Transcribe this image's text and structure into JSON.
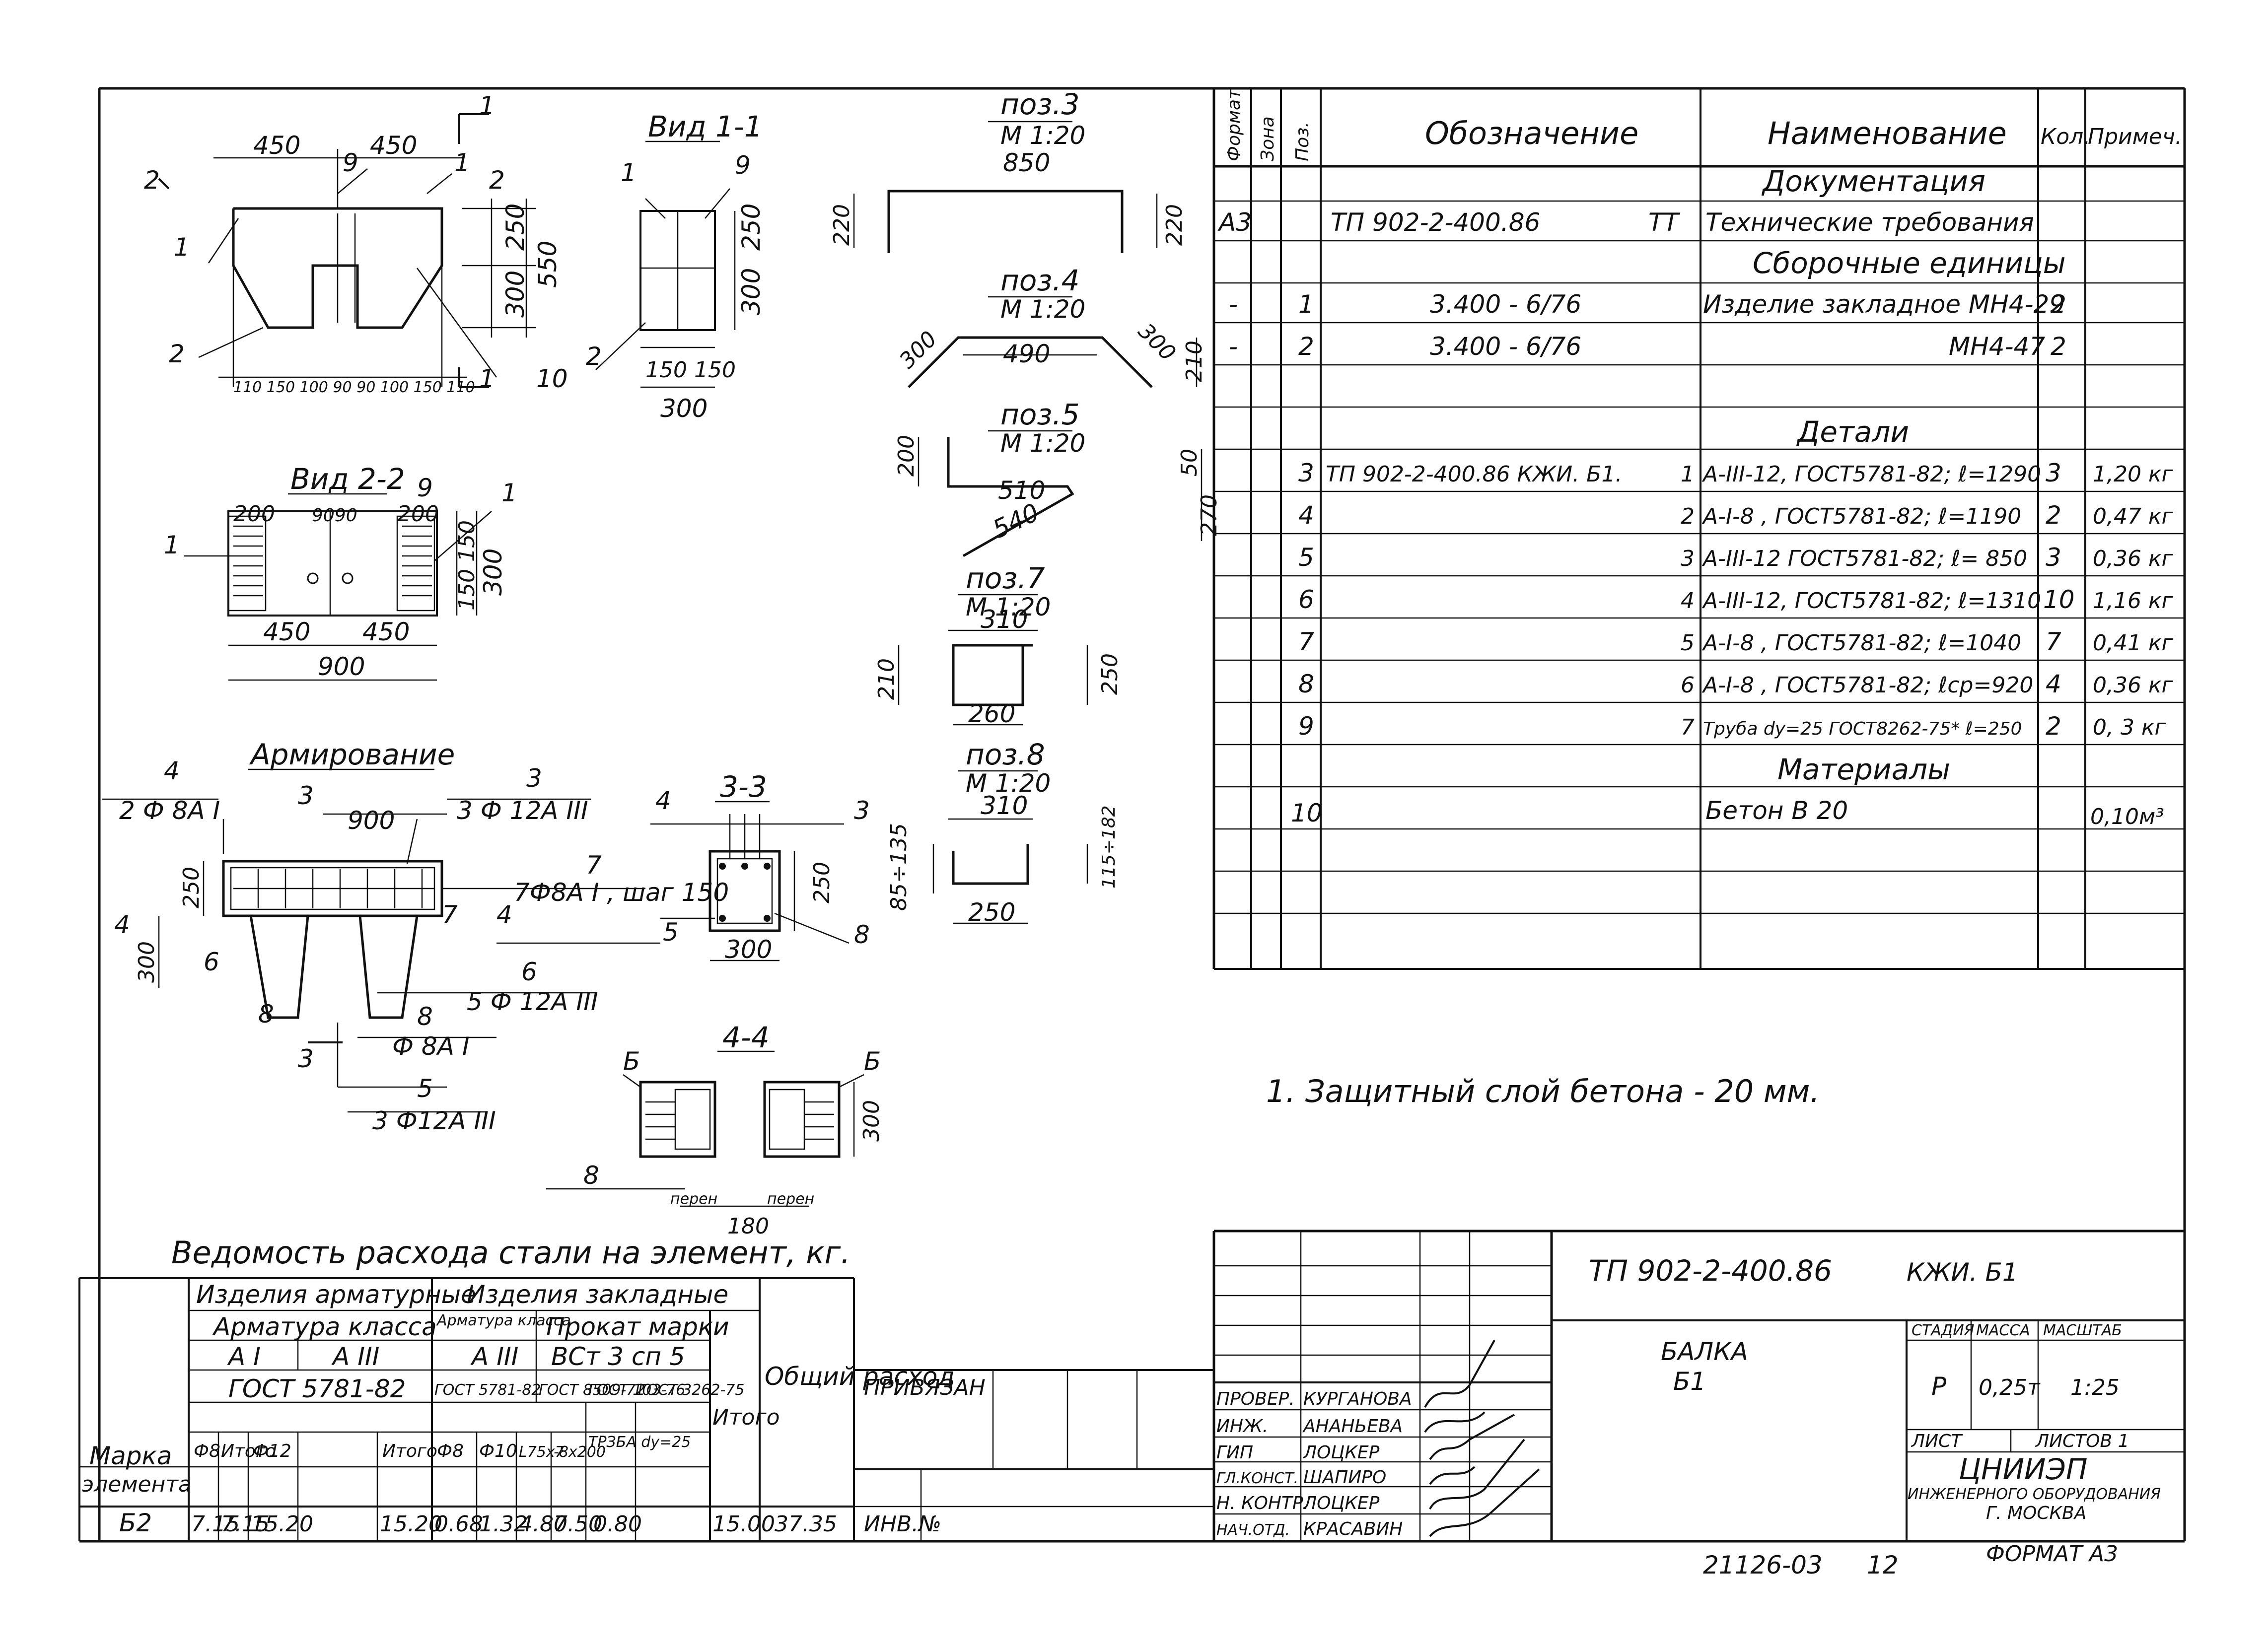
{
  "spec_table": {
    "headers": {
      "format": "Формат",
      "zone": "Зона",
      "pos": "Поз.",
      "designation": "Обозначение",
      "name": "Наименование",
      "qty": "Кол.",
      "note": "Примеч."
    },
    "section_documentation": "Документация",
    "section_assembly": "Сборочные единицы",
    "section_details": "Детали",
    "section_materials": "Материалы",
    "rows": [
      {
        "format": "А3",
        "pos": "",
        "designation": "ТП 902-2-400.86",
        "desig_suffix": "ТТ",
        "name": "Технические требования",
        "qty": "",
        "note": ""
      },
      {
        "format": "-",
        "pos": "1",
        "designation": "3.400 - 6/76",
        "desig_suffix": "",
        "name": "Изделие закладное МН4-29",
        "qty": "2",
        "note": ""
      },
      {
        "format": "-",
        "pos": "2",
        "designation": "3.400 - 6/76",
        "desig_suffix": "",
        "name": "МН4-47",
        "qty": "2",
        "note": ""
      },
      {
        "format": "",
        "pos": "3",
        "designation": "ТП 902-2-400.86  КЖИ. Б1.",
        "desig_suffix": "1",
        "name": "А-III-12, ГОСТ5781-82; ℓ=1290",
        "qty": "3",
        "note": "1,20 кг"
      },
      {
        "format": "",
        "pos": "4",
        "designation": "",
        "desig_suffix": "2",
        "name": "А-I-8 , ГОСТ5781-82; ℓ=1190",
        "qty": "2",
        "note": "0,47 кг"
      },
      {
        "format": "",
        "pos": "5",
        "designation": "",
        "desig_suffix": "3",
        "name": "А-III-12 ГОСТ5781-82; ℓ= 850",
        "qty": "3",
        "note": "0,36 кг"
      },
      {
        "format": "",
        "pos": "6",
        "designation": "",
        "desig_suffix": "4",
        "name": "А-III-12, ГОСТ5781-82; ℓ=1310",
        "qty": "10",
        "note": "1,16 кг"
      },
      {
        "format": "",
        "pos": "7",
        "designation": "",
        "desig_suffix": "5",
        "name": "А-I-8 , ГОСТ5781-82; ℓ=1040",
        "qty": "7",
        "note": "0,41 кг"
      },
      {
        "format": "",
        "pos": "8",
        "designation": "",
        "desig_suffix": "6",
        "name": "А-I-8 , ГОСТ5781-82; ℓср=920",
        "qty": "4",
        "note": "0,36 кг"
      },
      {
        "format": "",
        "pos": "9",
        "designation": "",
        "desig_suffix": "7",
        "name": "Труба dу=25 ГОСТ8262-75* ℓ=250",
        "qty": "2",
        "note": "0, 3 кг"
      },
      {
        "format": "",
        "pos": "10",
        "designation": "",
        "desig_suffix": "",
        "name": "Бетон В 20",
        "qty": "",
        "note": "0,10м³"
      }
    ]
  },
  "note": "1. Защитный слой бетона - 20 мм.",
  "drawings": {
    "vid11": "Вид 1-1",
    "vid22": "Вид 2-2",
    "armirovanie": "Армирование",
    "sec33": "3-3",
    "sec44": "4-4",
    "pos3": {
      "title": "поз.3",
      "scale": "М 1:20"
    },
    "pos4": {
      "title": "поз.4",
      "scale": "М 1:20"
    },
    "pos5": {
      "title": "поз.5",
      "scale": "М 1:20"
    },
    "pos7": {
      "title": "поз.7",
      "scale": "М 1:20"
    },
    "pos8": {
      "title": "поз.8",
      "scale": "М 1:20"
    },
    "arm_labels": {
      "a": "2 Ф 8А I",
      "b": "3 Ф 12А III",
      "c": "7Ф8А I , шаг 150",
      "d": "5 Ф 12А III",
      "e": "Ф 8А I",
      "f": "3 Ф12А III"
    },
    "lengths": {
      "d900": "900",
      "d850": "850",
      "d490": "490",
      "d510": "510",
      "d540": "540",
      "d310": "310",
      "d260": "260",
      "d250": "250",
      "d450": "450",
      "d300": "300",
      "d200": "200",
      "d220": "220",
      "d210": "210",
      "d150": "150",
      "d550": "550",
      "d180": "180",
      "d270": "270",
      "d85": "85÷135",
      "d115": "115÷182",
      "d9090": "9090",
      "d150150": "150 150",
      "d90": "90",
      "d50": "50"
    },
    "dims_row": "110 150 100 90 90 100 150 110",
    "pere": "перен"
  },
  "steel": {
    "title": "Ведомость расхода стали на элемент, кг.",
    "h_marka": "Марка",
    "h_elementa": "элемента",
    "h_arm": "Изделия арматурные",
    "h_zakl": "Изделия закладные",
    "h_armklass": "Арматура класса",
    "h_armklass2": "Арматура класса",
    "h_prokat": "Прокат марки",
    "h_ai": "А I",
    "h_aiii": "А III",
    "h_aiii2": "А III",
    "h_vst": "ВСт 3 сп 5",
    "h_gost1": "ГОСТ 5781-82",
    "h_gost2": "ГОСТ 5781-82",
    "h_gost3": "ГОСТ 8509-72",
    "h_gost4": "ГОСТ 103-76",
    "h_gost5": "ГОСТ 3262-75",
    "h_itogo": "Итого",
    "h_total": "Общий расход",
    "h_cols": [
      "Ф8",
      "Итого",
      "Ф12",
      "Итого",
      "Ф8",
      "Ф10",
      "L75х7",
      "-8х200",
      "ТРЗБА dу=25"
    ],
    "row": {
      "marka": "Б2",
      "values": [
        "7.15",
        "7.15",
        "15.20",
        "15.20",
        "0.68",
        "1.32",
        "4.80",
        "7.50",
        "0.80",
        "15.00",
        "37.35"
      ]
    }
  },
  "stamp": {
    "code": "ТП 902-2-400.86",
    "mark": "КЖИ. Б1",
    "title": "БАЛКА",
    "subtitle": "Б1",
    "privyazan": "ПРИВЯЗАН",
    "inv": "ИНВ.№",
    "stadiya": "СТАДИЯ",
    "massa": "МАССА",
    "masshtab": "МАСШТАБ",
    "stadiya_val": "Р",
    "massa_val": "0,25т",
    "masshtab_val": "1:25",
    "list": "ЛИСТ",
    "listov": "ЛИСТОВ 1",
    "org1": "ЦНИИЭП",
    "org2": "ИНЖЕНЕРНОГО ОБОРУДОВАНИЯ",
    "org3": "Г. МОСКВА",
    "people": [
      {
        "role": "ПРОВЕР.",
        "name": "КУРГАНОВА"
      },
      {
        "role": "ИНЖ.",
        "name": "АНАНЬЕВА"
      },
      {
        "role": "ГИП",
        "name": "ЛОЦКЕР"
      },
      {
        "role": "ГЛ.КОНСТ.",
        "name": "ШАПИРО"
      },
      {
        "role": "Н. КОНТР.",
        "name": "ЛОЦКЕР"
      },
      {
        "role": "НАЧ.ОТД.",
        "name": "КРАСАВИН"
      }
    ]
  },
  "footer": {
    "archive": "21126-03",
    "sheet": "12",
    "format": "ФОРМАТ А3"
  }
}
